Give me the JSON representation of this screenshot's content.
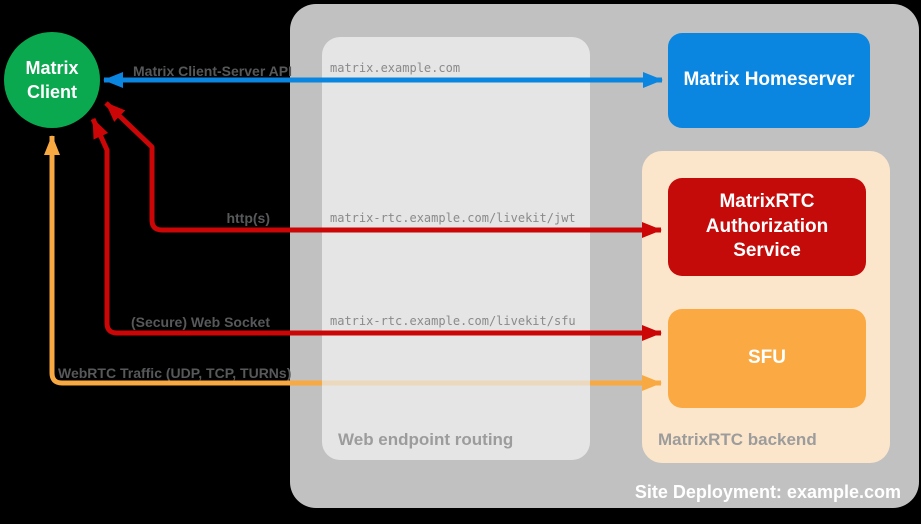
{
  "deployment": {
    "title": "Site Deployment: example.com"
  },
  "client": {
    "line1": "Matrix",
    "line2": "Client"
  },
  "routing": {
    "label": "Web endpoint routing",
    "endpoints": [
      "matrix.example.com",
      "matrix-rtc.example.com/livekit/jwt",
      "matrix-rtc.example.com/livekit/sfu"
    ]
  },
  "backend": {
    "label": "MatrixRTC backend"
  },
  "nodes": {
    "homeserver": "Matrix Homeserver",
    "auth_service": "MatrixRTC Authorization Service",
    "sfu": "SFU"
  },
  "connections": [
    {
      "label": "Matrix Client-Server API",
      "color": "#0b86e0",
      "bidirectional": true
    },
    {
      "label": "http(s)",
      "color": "#cc0606",
      "bidirectional": true
    },
    {
      "label": "(Secure) Web Socket",
      "color": "#cc0606",
      "bidirectional": true
    },
    {
      "label": "WebRTC Traffic (UDP, TCP, TURNs)",
      "color": "#f9a942",
      "bidirectional": true
    }
  ],
  "colors": {
    "client_green": "#0aa84f",
    "homeserver_blue": "#0b86e0",
    "auth_red": "#c50a0a",
    "line_red": "#cc0606",
    "sfu_orange": "#fba942",
    "backend_peach": "#fce6cb",
    "outer_gray": "#c1c1c1",
    "routing_gray": "#e5e5e5"
  }
}
